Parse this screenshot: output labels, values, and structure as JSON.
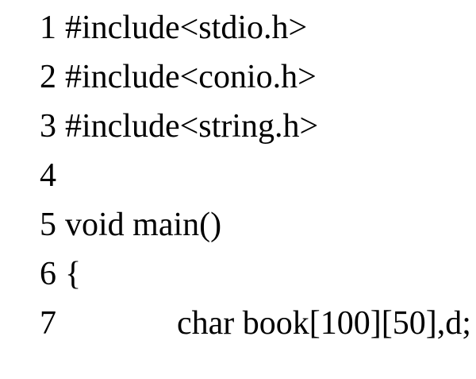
{
  "document": {
    "kind": "source-code-listing",
    "language": "C",
    "background_color": "#ffffff",
    "text_color": "#000000"
  },
  "lines": [
    {
      "number": "1",
      "code": "#include<stdio.h>",
      "indented": false
    },
    {
      "number": "2",
      "code": "#include<conio.h>",
      "indented": false
    },
    {
      "number": "3",
      "code": "#include<string.h>",
      "indented": false
    },
    {
      "number": "4",
      "code": "",
      "indented": false
    },
    {
      "number": "5",
      "code": "void main()",
      "indented": false
    },
    {
      "number": "6",
      "code": "{",
      "indented": false
    },
    {
      "number": "7",
      "code": "char book[100][50],d;",
      "indented": true
    }
  ]
}
